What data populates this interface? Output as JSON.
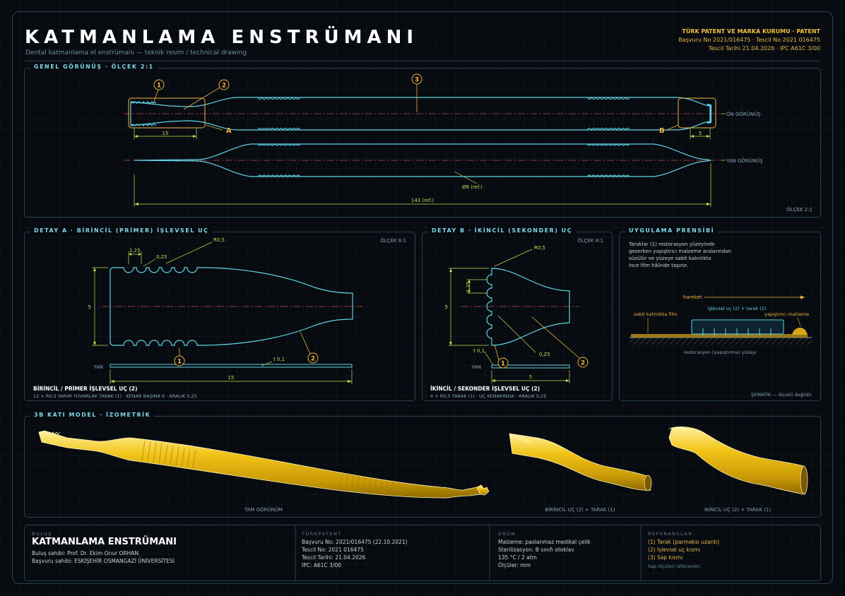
{
  "header": {
    "title": "KATMANLAMA ENSTRÜMANI",
    "subtitle": "Dental katmanlama el enstrümanı — teknik resim / technical drawing",
    "patent_office": "TÜRK PATENT VE MARKA KURUMU · PATENT",
    "patent_line1": "Başvuru No 2021/016475 · Tescil No 2021 016475",
    "patent_line2": "Tescil Tarihi 21.04.2026 · IPC A61C 3/00"
  },
  "general": {
    "title": "GENEL GÖRÜNÜŞ · ÖLÇEK 2:1",
    "front_label": "ÖN GÖRÜNÜŞ",
    "side_label": "YAN GÖRÜNÜŞ",
    "dim_a": "15",
    "dim_b": "5",
    "diameter": "Ø8 (ref.)",
    "length": "143 (ref.)",
    "scale": "ÖLÇEK 2:1",
    "callout_1": "1",
    "callout_2": "2",
    "callout_3": "3",
    "detail_a": "A",
    "detail_b": "B"
  },
  "detail_a": {
    "title": "DETAY A · BİRİNCİL (PRİMER) İŞLEVSEL UÇ",
    "scale": "ÖLÇEK 8:1",
    "r_label": "R0,5",
    "pitch": "1,25",
    "gap": "0,25",
    "height": "5",
    "thickness": "t 0,1",
    "length": "15",
    "side": "YAN",
    "callout_1": "1",
    "callout_2": "2",
    "caption": "BİRİNCİL / PRİMER İŞLEVSEL UÇ (2)",
    "caption_sub": "12 × R0,5 YARIM YUVARLAK TARAK (1) · KENAR BAŞINA 6 · ARALIK 0,25"
  },
  "detail_b": {
    "title": "DETAY B · İKİNCİL (SEKONDER) UÇ",
    "scale": "ÖLÇEK 8:1",
    "r_label": "R0,5",
    "pitch": "1,25",
    "height": "5",
    "thickness": "t 0,1",
    "gap": "0,25",
    "length": "5",
    "side": "YAN",
    "callout_1": "1",
    "callout_2": "2",
    "caption": "İKİNCİL / SEKONDER İŞLEVSEL UÇ (2)",
    "caption_sub": "4 × R0,5 TARAK (1) · UÇ KENARINDA · ARALIK 0,25"
  },
  "principle": {
    "title": "UYGULAMA PRENSİBİ",
    "text": [
      "Taraklar (1) restorasyon yüzeyinde",
      "gezerken yapıştırıcı malzeme aralarından",
      "süzülür ve yüzeye sabit kalınlıkta",
      "ince film hâlinde taşınır."
    ],
    "motion": "hareket",
    "tip_comb": "işlevsel uç (2) + tarak (1)",
    "film": "sabit kalınlıkta film",
    "adhesive": "yapıştırıcı malzeme",
    "surface": "restorasyon (yapıştırma) yüzeyi",
    "schematic": "ŞEMATİK — ölçekli değildir"
  },
  "model": {
    "title": "3B KATI MODEL · İZOMETRİK",
    "full": "TAM GÖRÜNÜM",
    "primary": "BİRİNCİL UÇ (2) + TARAK (1)",
    "secondary": "İKİNCİL UÇ (2) + TARAK (1)"
  },
  "footer": {
    "inv_label": "BULUŞ",
    "inv_title": "KATMANLAMA ENSTRÜMANI",
    "inv_owner": "Buluş sahibi: Prof. Dr. Ekim Onur ORHAN",
    "inv_applicant": "Başvuru sahibi: ESKİŞEHİR OSMANGAZİ ÜNİVERSİTESİ",
    "tp_label": "TÜRKPATENT",
    "tp1": "Başvuru No: 2021/016475 (22.10.2021)",
    "tp2": "Tescil No: 2021 016475",
    "tp3": "Tescil Tarihi: 21.04.2026",
    "tp4": "IPC: A61C 3/00",
    "pr_label": "ÜRÜN",
    "pr1": "Malzeme: paslanmaz medikal çelik",
    "pr2": "Sterilizasyon: B sınıfı otoklav",
    "pr3": "135 °C / 2 atm",
    "pr4": "Ölçüler: mm",
    "ref_label": "REFERANSLAR",
    "ref1": "(1) Tarak (parmaksı uzantı)",
    "ref2": "(2) İşlevsel uç kısmı",
    "ref3": "(3) Sap kısmı",
    "ref_note": "Sap ölçüleri referanstır."
  },
  "colors": {
    "outline": "#5fd3e6",
    "dimension": "#c8dd52",
    "callout": "#f0b43c",
    "centerline": "#d0454f",
    "solid": "#f2c418"
  }
}
